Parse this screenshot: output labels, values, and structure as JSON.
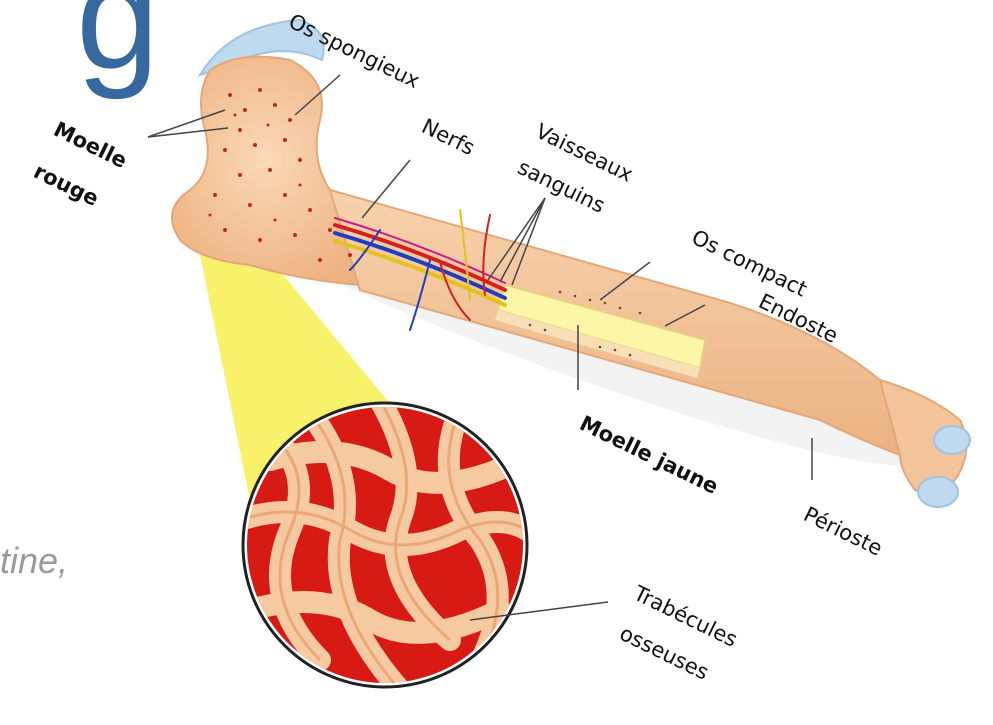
{
  "slide": {
    "title_fragment": "g",
    "text_fragment": "tine,"
  },
  "labels": {
    "os_spongieux": "Os spongieux",
    "moelle_rouge_line1": "Moelle",
    "moelle_rouge_line2": "rouge",
    "nerfs": "Nerfs",
    "vaisseaux_line1": "Vaisseaux",
    "vaisseaux_line2": "sanguins",
    "os_compact": "Os compact",
    "endoste": "Endoste",
    "moelle_jaune": "Moelle jaune",
    "perioste": "Périoste",
    "trabecules_line1": "Trabécules",
    "trabecules_line2": "osseuses"
  },
  "colors": {
    "bone": "#f6caa0",
    "bone_edge": "#e3a877",
    "cartilage": "#bfd9ef",
    "red_marrow": "#d51d1d",
    "yellow_marrow": "#fdf6a8",
    "magnify_beam": "#f5ee3a",
    "slide_text": "#3f5f8e"
  }
}
